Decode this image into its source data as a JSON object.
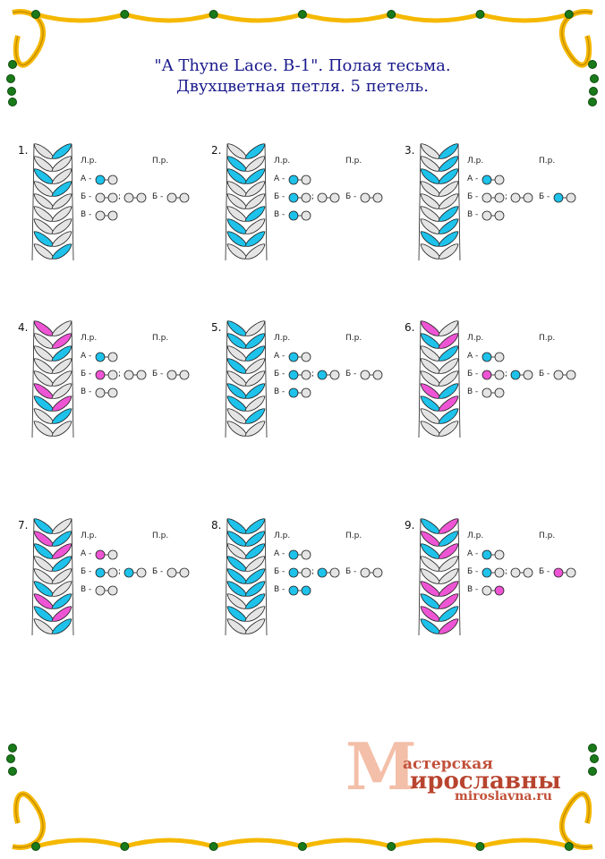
{
  "title": {
    "line1": "\"A Thyne Lace. B-1\". Полая тесьма.",
    "line2": "Двухцветная петля. 5 петель."
  },
  "labels": {
    "lr": "Л.р.",
    "pr": "П.р.",
    "A": "А -",
    "B": "Б -",
    "V": "В -",
    "sep": ";"
  },
  "colors": {
    "cyan": "#1ec2ea",
    "pink": "#ee55d4",
    "white": "#e4e4e4",
    "outline": "#222222",
    "gold": "#f5b800",
    "bead": "#1a7a1a"
  },
  "watermark": {
    "initial": "М",
    "line1": "астерская",
    "line2": "ироcлавны",
    "url": "miroslavna.ru"
  },
  "diagrams": [
    {
      "num": "1.",
      "a": [
        "c",
        "w"
      ],
      "b1": [
        "w",
        "w"
      ],
      "b2": [
        "w",
        "w"
      ],
      "v": [
        "w",
        "w"
      ],
      "pb": [
        "w",
        "w"
      ],
      "braid": [
        [
          "w",
          "c"
        ],
        [
          "w",
          "w"
        ],
        [
          "c",
          "w"
        ],
        [
          "w",
          "c"
        ],
        [
          "w",
          "w"
        ],
        [
          "w",
          "w"
        ],
        [
          "w",
          "w"
        ],
        [
          "c",
          "w"
        ],
        [
          "w",
          "c"
        ]
      ]
    },
    {
      "num": "2.",
      "a": [
        "c",
        "w"
      ],
      "b1": [
        "c",
        "w"
      ],
      "b2": [
        "w",
        "w"
      ],
      "v": [
        "c",
        "w"
      ],
      "pb": [
        "w",
        "w"
      ],
      "braid": [
        [
          "w",
          "c"
        ],
        [
          "c",
          "w"
        ],
        [
          "c",
          "c"
        ],
        [
          "w",
          "w"
        ],
        [
          "w",
          "w"
        ],
        [
          "w",
          "c"
        ],
        [
          "c",
          "w"
        ],
        [
          "c",
          "c"
        ],
        [
          "w",
          "w"
        ]
      ]
    },
    {
      "num": "3.",
      "a": [
        "c",
        "w"
      ],
      "b1": [
        "w",
        "w"
      ],
      "b2": [
        "w",
        "w"
      ],
      "v": [
        "w",
        "w"
      ],
      "pb": [
        "c",
        "w"
      ],
      "braid": [
        [
          "w",
          "c"
        ],
        [
          "w",
          "c"
        ],
        [
          "c",
          "c"
        ],
        [
          "w",
          "w"
        ],
        [
          "w",
          "w"
        ],
        [
          "w",
          "c"
        ],
        [
          "w",
          "c"
        ],
        [
          "c",
          "c"
        ],
        [
          "w",
          "w"
        ]
      ]
    },
    {
      "num": "4.",
      "a": [
        "c",
        "w"
      ],
      "b1": [
        "p",
        "w"
      ],
      "b2": [
        "w",
        "w"
      ],
      "v": [
        "w",
        "w"
      ],
      "pb": [
        "w",
        "w"
      ],
      "braid": [
        [
          "p",
          "w"
        ],
        [
          "w",
          "p"
        ],
        [
          "w",
          "c"
        ],
        [
          "w",
          "w"
        ],
        [
          "w",
          "w"
        ],
        [
          "p",
          "w"
        ],
        [
          "c",
          "p"
        ],
        [
          "w",
          "c"
        ],
        [
          "w",
          "w"
        ]
      ]
    },
    {
      "num": "5.",
      "a": [
        "c",
        "w"
      ],
      "b1": [
        "c",
        "w"
      ],
      "b2": [
        "c",
        "w"
      ],
      "v": [
        "c",
        "w"
      ],
      "pb": [
        "w",
        "w"
      ],
      "braid": [
        [
          "c",
          "w"
        ],
        [
          "c",
          "c"
        ],
        [
          "w",
          "c"
        ],
        [
          "c",
          "w"
        ],
        [
          "w",
          "w"
        ],
        [
          "c",
          "c"
        ],
        [
          "c",
          "w"
        ],
        [
          "w",
          "c"
        ],
        [
          "w",
          "w"
        ]
      ]
    },
    {
      "num": "6.",
      "a": [
        "c",
        "w"
      ],
      "b1": [
        "p",
        "w"
      ],
      "b2": [
        "c",
        "w"
      ],
      "v": [
        "w",
        "w"
      ],
      "pb": [
        "w",
        "w"
      ],
      "braid": [
        [
          "p",
          "w"
        ],
        [
          "c",
          "p"
        ],
        [
          "w",
          "c"
        ],
        [
          "w",
          "w"
        ],
        [
          "w",
          "w"
        ],
        [
          "p",
          "c"
        ],
        [
          "c",
          "p"
        ],
        [
          "w",
          "c"
        ],
        [
          "w",
          "w"
        ]
      ]
    },
    {
      "num": "7.",
      "a": [
        "p",
        "w"
      ],
      "b1": [
        "c",
        "w"
      ],
      "b2": [
        "c",
        "w"
      ],
      "v": [
        "w",
        "w"
      ],
      "pb": [
        "w",
        "w"
      ],
      "braid": [
        [
          "c",
          "w"
        ],
        [
          "p",
          "c"
        ],
        [
          "c",
          "p"
        ],
        [
          "w",
          "c"
        ],
        [
          "w",
          "w"
        ],
        [
          "c",
          "w"
        ],
        [
          "p",
          "c"
        ],
        [
          "c",
          "p"
        ],
        [
          "w",
          "c"
        ]
      ]
    },
    {
      "num": "8.",
      "a": [
        "c",
        "w"
      ],
      "b1": [
        "c",
        "w"
      ],
      "b2": [
        "c",
        "w"
      ],
      "v": [
        "c",
        "c"
      ],
      "pb": [
        "w",
        "w"
      ],
      "braid": [
        [
          "c",
          "c"
        ],
        [
          "c",
          "c"
        ],
        [
          "w",
          "c"
        ],
        [
          "c",
          "w"
        ],
        [
          "c",
          "c"
        ],
        [
          "c",
          "c"
        ],
        [
          "w",
          "c"
        ],
        [
          "c",
          "w"
        ],
        [
          "w",
          "w"
        ]
      ]
    },
    {
      "num": "9.",
      "a": [
        "c",
        "w"
      ],
      "b1": [
        "c",
        "w"
      ],
      "b2": [
        "w",
        "w"
      ],
      "v": [
        "w",
        "p"
      ],
      "pb": [
        "p",
        "w"
      ],
      "braid": [
        [
          "c",
          "p"
        ],
        [
          "p",
          "c"
        ],
        [
          "c",
          "p"
        ],
        [
          "w",
          "w"
        ],
        [
          "w",
          "w"
        ],
        [
          "p",
          "p"
        ],
        [
          "c",
          "p"
        ],
        [
          "p",
          "c"
        ],
        [
          "c",
          "p"
        ]
      ]
    }
  ]
}
